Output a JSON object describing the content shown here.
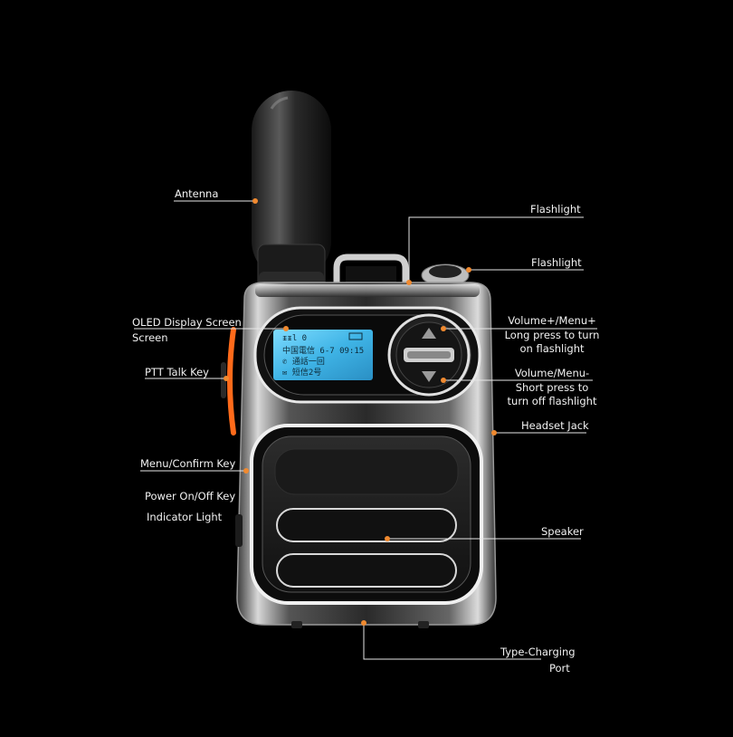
{
  "labels": {
    "antenna": "Antenna",
    "flashlight_1": "Flashlight",
    "flashlight_2": "Flashlight",
    "oled_line1": "OLED Display Screen",
    "oled_line2": "Screen",
    "ptt": "PTT Talk Key",
    "vol_up_line1": "Volume+/Menu+",
    "vol_up_line2": "Long press to turn",
    "vol_up_line3": "on flashlight",
    "vol_down_line1": "Volume/Menu-",
    "vol_down_line2": "Short press to",
    "vol_down_line3": "turn off flashlight",
    "headset": "Headset Jack",
    "menu_confirm": "Menu/Confirm Key",
    "power": "Power On/Off Key",
    "indicator": "Indicator Light",
    "speaker": "Speaker",
    "typec_line1": "Type-Charging",
    "typec_line2": "Port"
  },
  "lcd": {
    "line1": "ᵻᵻl 0",
    "line2": "中国電信 6-7 09:15",
    "line3": "✆ 通話一回",
    "line4": "✉ 短信2号"
  },
  "colors": {
    "background": "#000000",
    "leader_line": "#e6e6e6",
    "leader_dot": "#f08a30",
    "lcd_screen": "#4fc3ec",
    "accent_orange": "#ff6a1a"
  }
}
